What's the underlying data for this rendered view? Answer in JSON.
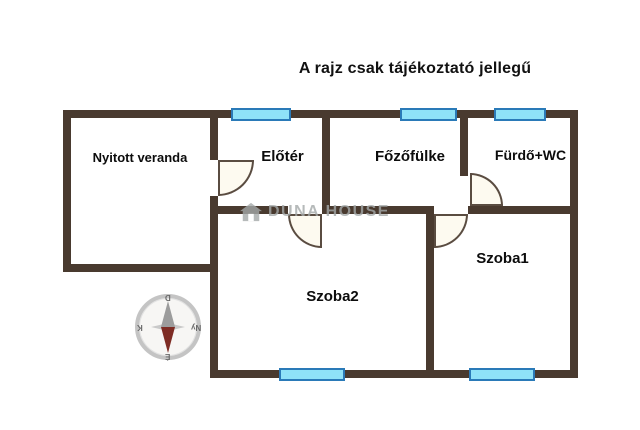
{
  "title": "A rajz csak tájékoztató jellegű",
  "watermark": {
    "text": "DUNA HOUSE"
  },
  "rooms": {
    "veranda": {
      "label": "Nyitott veranda"
    },
    "eloter": {
      "label": "Előtér"
    },
    "fozofulke": {
      "label": "Főzőfülke"
    },
    "furdo": {
      "label": "Fürdő+WC"
    },
    "szoba1": {
      "label": "Szoba1"
    },
    "szoba2": {
      "label": "Szoba2"
    }
  },
  "compass": {
    "top": "D",
    "bottom": "É",
    "left": "K",
    "right": "Ny"
  },
  "colors": {
    "wall": "#493a2f",
    "window_fill": "#8fe2f8",
    "window_border": "#2a7ab8",
    "door_arc_fill": "#fdfaf0",
    "watermark_gray": "#a4a9a9",
    "compass_needle_red": "#7e2c24",
    "compass_needle_gray": "#9c9c9c",
    "compass_ring": "#c4c4c4",
    "text": "#0c0c0c"
  }
}
